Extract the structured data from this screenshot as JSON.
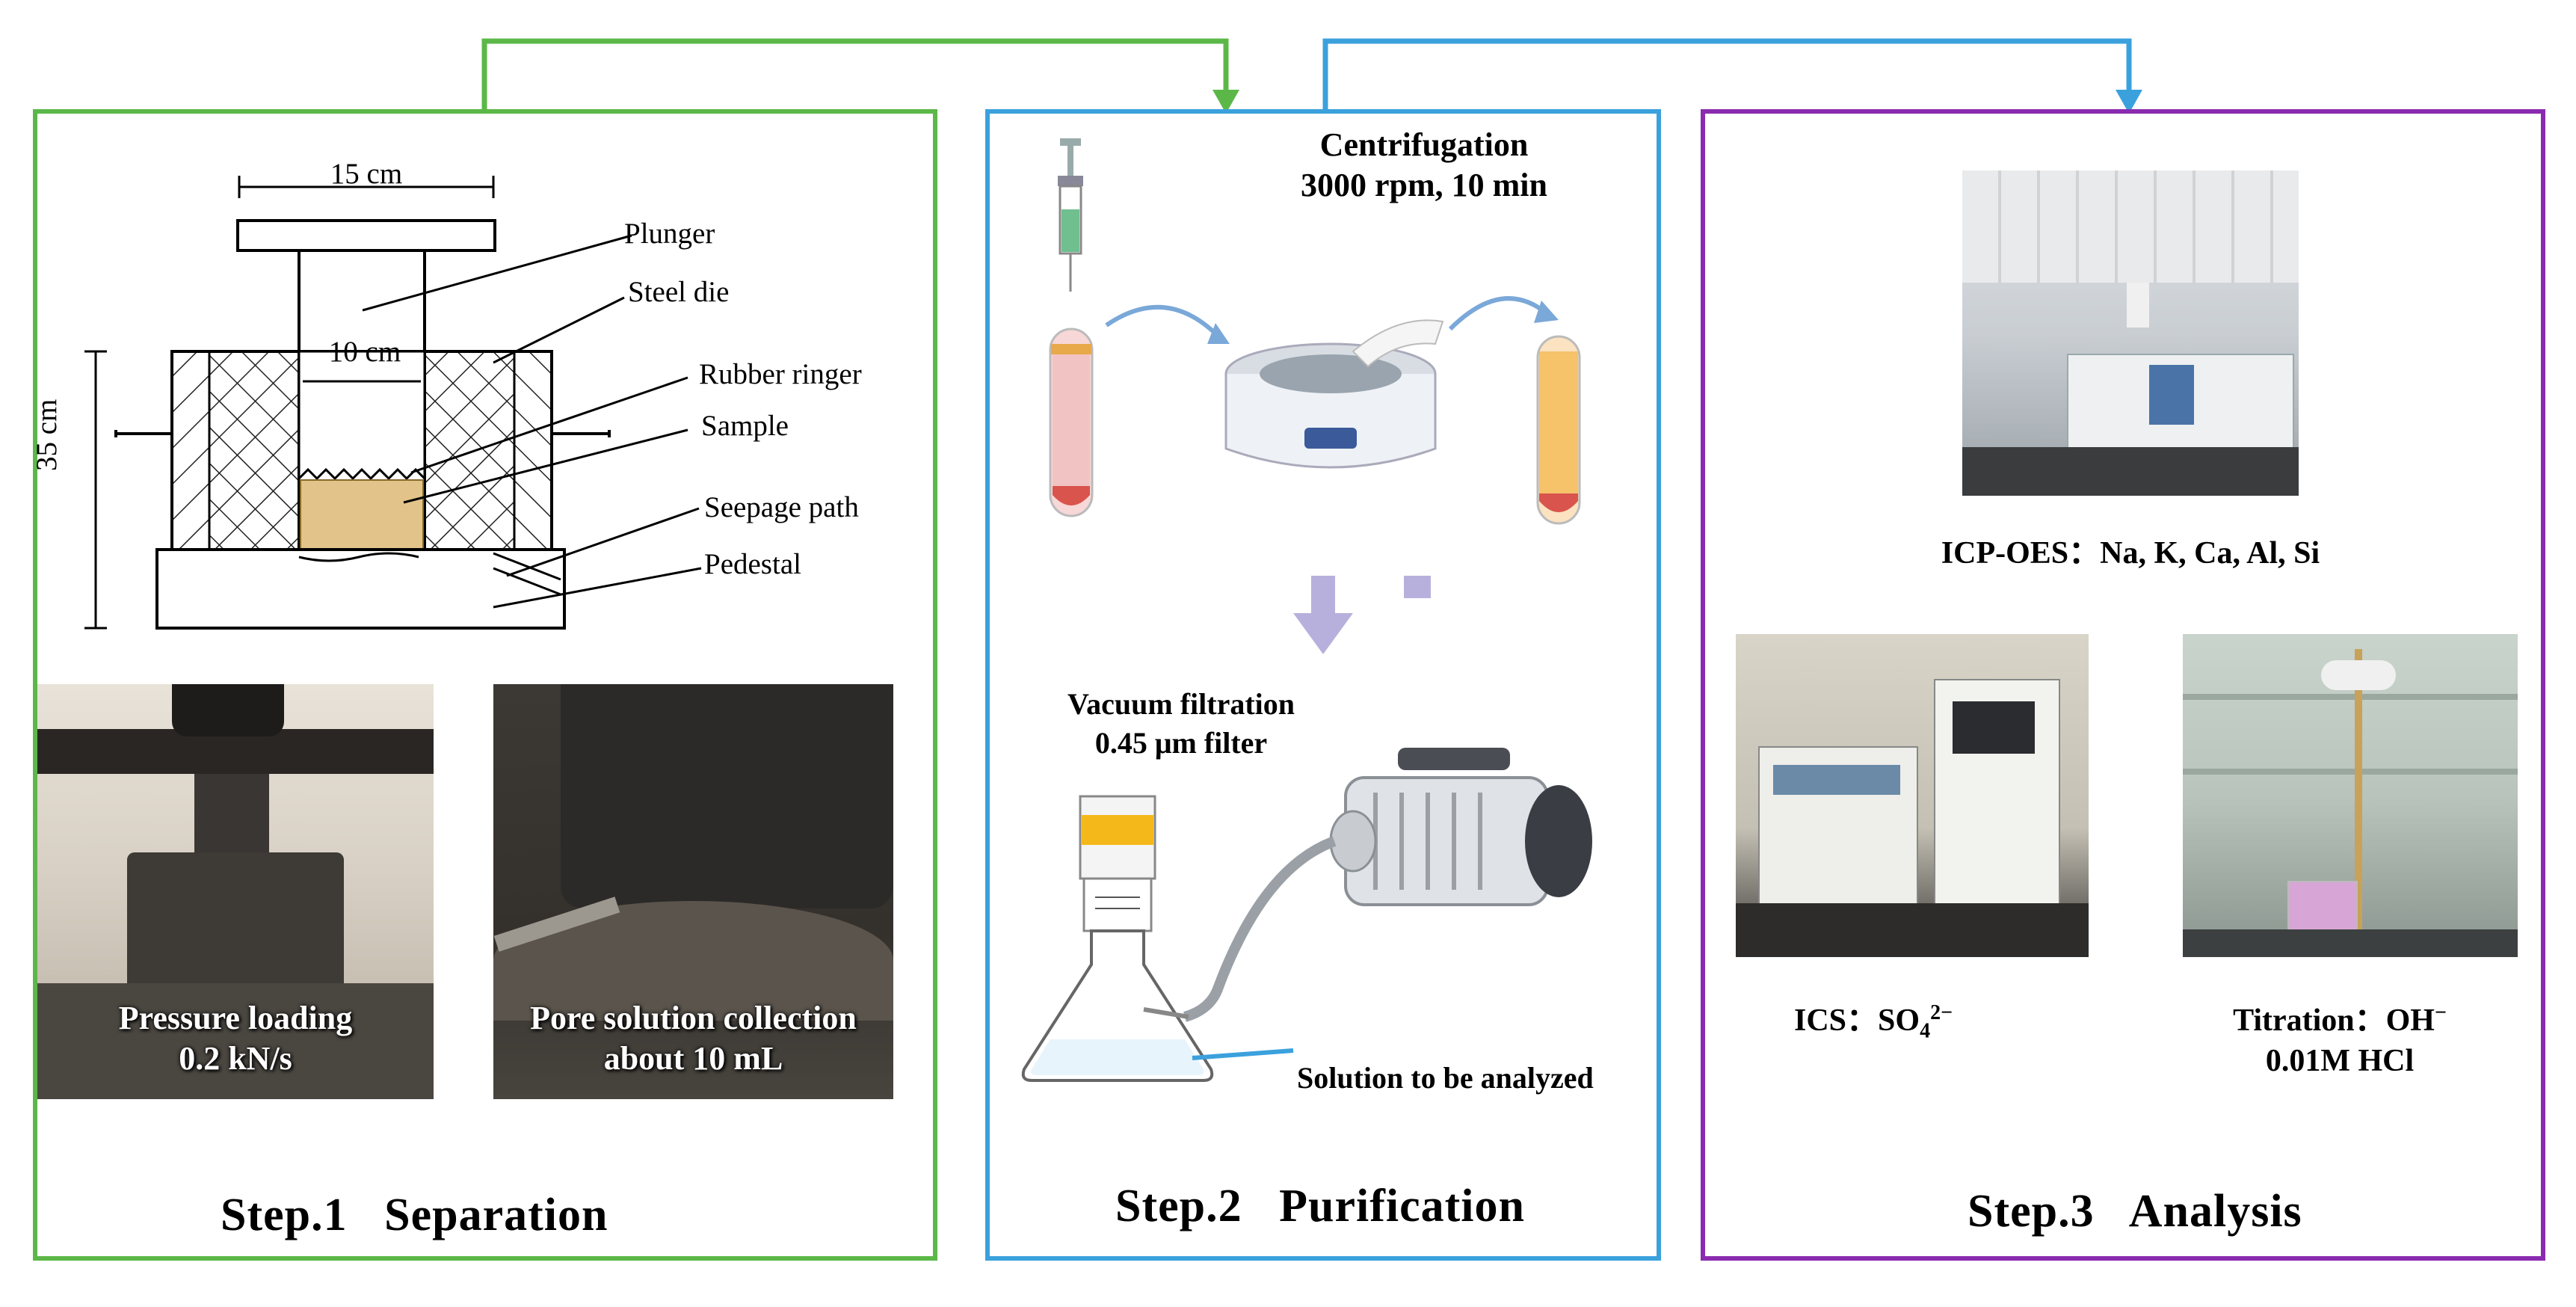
{
  "colors": {
    "green": "#5bb848",
    "blue": "#3ba1dd",
    "purple": "#8a2bb0",
    "sand": "#e2c48a",
    "arrow_light": "#b8b0dc"
  },
  "step1": {
    "title": "Step.1   Separation",
    "dim_top": "15 cm",
    "dim_inner": "10 cm",
    "dim_height": "35 cm",
    "labels": {
      "plunger": "Plunger",
      "steel_die": "Steel die",
      "rubber_ringer": "Rubber ringer",
      "sample": "Sample",
      "seepage_path": "Seepage path",
      "pedestal": "Pedestal"
    },
    "photo1": {
      "line1": "Pressure loading",
      "line2": "0.2 kN/s"
    },
    "photo2": {
      "line1": "Pore solution collection",
      "line2": "about 10 mL"
    }
  },
  "step2": {
    "title": "Step.2   Purification",
    "centrifugation_line1": "Centrifugation",
    "centrifugation_line2": "3000 rpm, 10 min",
    "vacuum_line1": "Vacuum filtration",
    "vacuum_line2": "0.45 μm filter",
    "solution_label": "Solution to be analyzed"
  },
  "step3": {
    "title": "Step.3   Analysis",
    "icp_label": "ICP-OES：Na, K, Ca, Al, Si",
    "ics_label": "ICS：SO",
    "ics_sub": "4",
    "ics_sup": "2−",
    "titration_label": "Titration：OH",
    "titration_sup": "−",
    "titration_line2": "0.01M HCl"
  }
}
